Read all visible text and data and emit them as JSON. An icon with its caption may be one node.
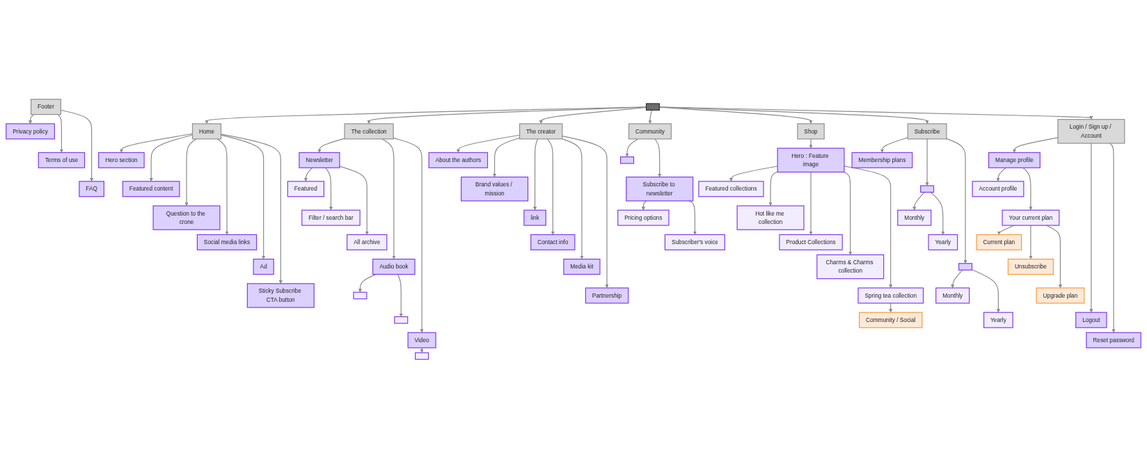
{
  "diagram": {
    "nodes": [
      {
        "text": [],
        "shape": "box"
      },
      {
        "text": [
          "Home"
        ]
      },
      {
        "text": [
          "Hero section"
        ]
      },
      {
        "text": [
          "Featured content"
        ]
      },
      {
        "text": [
          "Question to the crone"
        ]
      },
      {
        "text": [
          "Social media links"
        ]
      },
      {
        "text": [
          "Ad"
        ]
      },
      {
        "text": [
          "Sticky Subscribe CTA button"
        ]
      },
      {
        "text": [
          "The collection"
        ]
      },
      {
        "text": [
          "Newsletter"
        ]
      },
      {
        "text": [
          "Featured"
        ]
      },
      {
        "text": [
          "Filter / search bar"
        ]
      },
      {
        "text": [
          "All archive"
        ]
      },
      {
        "text": [
          "Audio book"
        ]
      },
      {
        "text": [],
        "shape": "box"
      },
      {
        "text": [],
        "shape": "box"
      },
      {
        "text": [
          "Video"
        ]
      },
      {
        "text": [],
        "shape": "box"
      },
      {
        "text": [
          "The creator"
        ]
      },
      {
        "text": [
          "About the authors"
        ]
      },
      {
        "text": [
          "Brand values / mission"
        ]
      },
      {
        "text": [
          "link"
        ]
      },
      {
        "text": [
          "Contact info"
        ]
      },
      {
        "text": [
          "Media kit"
        ]
      },
      {
        "text": [
          "Partnership"
        ]
      },
      {
        "text": [
          "Community"
        ]
      },
      {
        "text": [],
        "shape": "box"
      },
      {
        "text": [
          "Subscribe to newsletter"
        ]
      },
      {
        "text": [
          "Pricing options"
        ]
      },
      {
        "text": [
          "Subscriber's voice"
        ]
      },
      {
        "text": [
          "Shop"
        ]
      },
      {
        "text": [
          "Hero : Feature image"
        ]
      },
      {
        "text": [
          "Featured collections"
        ]
      },
      {
        "text": [
          "Hot like me collection"
        ]
      },
      {
        "text": [
          "Product Collections"
        ]
      },
      {
        "text": [
          "Charms & Charms collection"
        ]
      },
      {
        "text": [
          "Spring tea collection"
        ]
      },
      {
        "text": [
          "Community / Social"
        ]
      },
      {
        "text": [
          "Subscribe"
        ]
      },
      {
        "text": [
          "Membership plans"
        ]
      },
      {
        "text": [],
        "shape": "box"
      },
      {
        "text": [
          "Monthly"
        ]
      },
      {
        "text": [
          "Yearly"
        ]
      },
      {
        "text": [],
        "shape": "box"
      },
      {
        "text": [
          "Monthly"
        ]
      },
      {
        "text": [
          "Yearly"
        ]
      },
      {
        "text": [
          "Login / Sign up / Account"
        ]
      },
      {
        "text": [
          "Manage profile"
        ]
      },
      {
        "text": [
          "Account profile"
        ]
      },
      {
        "text": [
          "Your current plan"
        ]
      },
      {
        "text": [
          "Current plan"
        ]
      },
      {
        "text": [
          "Unsubscribe"
        ]
      },
      {
        "text": [
          "Upgrade plan"
        ]
      },
      {
        "text": [
          "Logout"
        ]
      },
      {
        "text": [
          "Reset password"
        ]
      },
      {
        "text": [
          "Footer"
        ]
      },
      {
        "text": [
          "Privacy policy"
        ]
      },
      {
        "text": [
          "Terms of use"
        ]
      },
      {
        "text": [
          "FAQ"
        ]
      }
    ],
    "edges": [
      {
        "from": 0,
        "to": 1,
        "arrow": "to"
      },
      {
        "from": 0,
        "to": 8,
        "arrow": "to"
      },
      {
        "from": 0,
        "to": 18,
        "arrow": "to"
      },
      {
        "from": 0,
        "to": 25,
        "arrow": "to"
      },
      {
        "from": 0,
        "to": 30,
        "arrow": "to"
      },
      {
        "from": 0,
        "to": 38,
        "arrow": "to"
      },
      {
        "from": 0,
        "to": 46,
        "arrow": "to"
      },
      {
        "from": 1,
        "to": 2,
        "arrow": "to"
      },
      {
        "from": 1,
        "to": 3,
        "arrow": "to"
      },
      {
        "from": 1,
        "to": 4,
        "arrow": "to"
      },
      {
        "from": 1,
        "to": 5,
        "arrow": "to"
      },
      {
        "from": 1,
        "to": 6,
        "arrow": "to"
      },
      {
        "from": 1,
        "to": 7,
        "arrow": "to"
      },
      {
        "from": 8,
        "to": 9,
        "arrow": "to"
      },
      {
        "from": 8,
        "to": 13,
        "arrow": "to"
      },
      {
        "from": 8,
        "to": 16,
        "arrow": "to"
      },
      {
        "from": 9,
        "to": 10,
        "arrow": "to"
      },
      {
        "from": 9,
        "to": 11,
        "arrow": "to"
      },
      {
        "from": 9,
        "to": 12,
        "arrow": "to"
      },
      {
        "from": 13,
        "to": 14,
        "arrow": "to"
      },
      {
        "from": 13,
        "to": 15,
        "arrow": "to"
      },
      {
        "from": 16,
        "to": 17,
        "arrow": "to"
      },
      {
        "from": 18,
        "to": 19,
        "arrow": "to"
      },
      {
        "from": 18,
        "to": 20,
        "arrow": "to"
      },
      {
        "from": 18,
        "to": 21,
        "arrow": "to"
      },
      {
        "from": 18,
        "to": 22,
        "arrow": "to"
      },
      {
        "from": 18,
        "to": 23,
        "arrow": "to"
      },
      {
        "from": 18,
        "to": 24,
        "arrow": "to"
      },
      {
        "from": 25,
        "to": 26,
        "arrow": "to"
      },
      {
        "from": 25,
        "to": 27,
        "arrow": "to"
      },
      {
        "from": 27,
        "to": 28,
        "arrow": "to"
      },
      {
        "from": 27,
        "to": 29,
        "arrow": "to"
      },
      {
        "from": 30,
        "to": 31,
        "arrow": "to"
      },
      {
        "from": 31,
        "to": 32,
        "arrow": "to"
      },
      {
        "from": 31,
        "to": 33,
        "arrow": "to"
      },
      {
        "from": 31,
        "to": 34,
        "arrow": "to"
      },
      {
        "from": 31,
        "to": 35,
        "arrow": "to"
      },
      {
        "from": 31,
        "to": 36,
        "arrow": "to"
      },
      {
        "from": 36,
        "to": 37,
        "arrow": "to"
      },
      {
        "from": 38,
        "to": 39,
        "arrow": "to"
      },
      {
        "from": 38,
        "to": 40,
        "arrow": "to"
      },
      {
        "from": 38,
        "to": 43,
        "arrow": "to"
      },
      {
        "from": 40,
        "to": 41,
        "arrow": "to"
      },
      {
        "from": 40,
        "to": 42,
        "arrow": "to"
      },
      {
        "from": 43,
        "to": 44,
        "arrow": "to"
      },
      {
        "from": 43,
        "to": 45,
        "arrow": "to"
      },
      {
        "from": 46,
        "to": 47,
        "arrow": "to"
      },
      {
        "from": 46,
        "to": 53,
        "arrow": "to"
      },
      {
        "from": 46,
        "to": 54,
        "arrow": "to"
      },
      {
        "from": 47,
        "to": 48,
        "arrow": "to"
      },
      {
        "from": 47,
        "to": 49,
        "arrow": "to"
      },
      {
        "from": 49,
        "to": 50,
        "arrow": "to"
      },
      {
        "from": 49,
        "to": 51,
        "arrow": "to"
      },
      {
        "from": 49,
        "to": 52,
        "arrow": "to"
      },
      {
        "from": 55,
        "to": 56,
        "arrow": "to"
      },
      {
        "from": 55,
        "to": 57,
        "arrow": "to"
      },
      {
        "from": 55,
        "to": 58,
        "arrow": "to"
      }
    ]
  }
}
